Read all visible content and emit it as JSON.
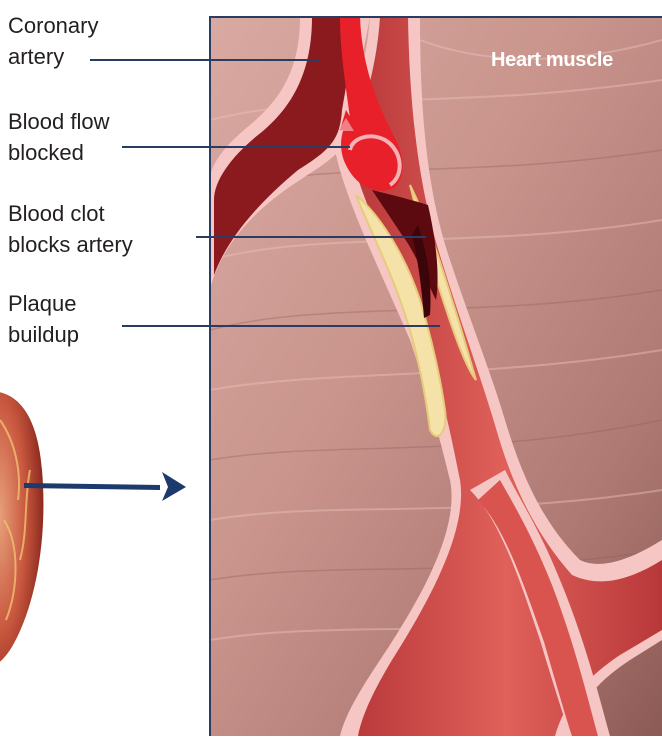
{
  "inset_title": "Heart muscle",
  "labels": [
    {
      "text": "Coronary\nartery"
    },
    {
      "text": "Blood flow\nblocked"
    },
    {
      "text": "Blood clot\nblocks artery"
    },
    {
      "text": "Plaque\nbuildup"
    }
  ],
  "colors": {
    "leader_line": "#2b3c63",
    "arrow": "#1d3a6c",
    "frame": "#2b3c63",
    "muscle": "#c49088",
    "artery_wall": "#f5c6c3",
    "artery_lumen": "#d9534f",
    "plaque": "#f4e2a8",
    "clot": "#5c0a10",
    "blocked_flow": "#e8202a"
  }
}
